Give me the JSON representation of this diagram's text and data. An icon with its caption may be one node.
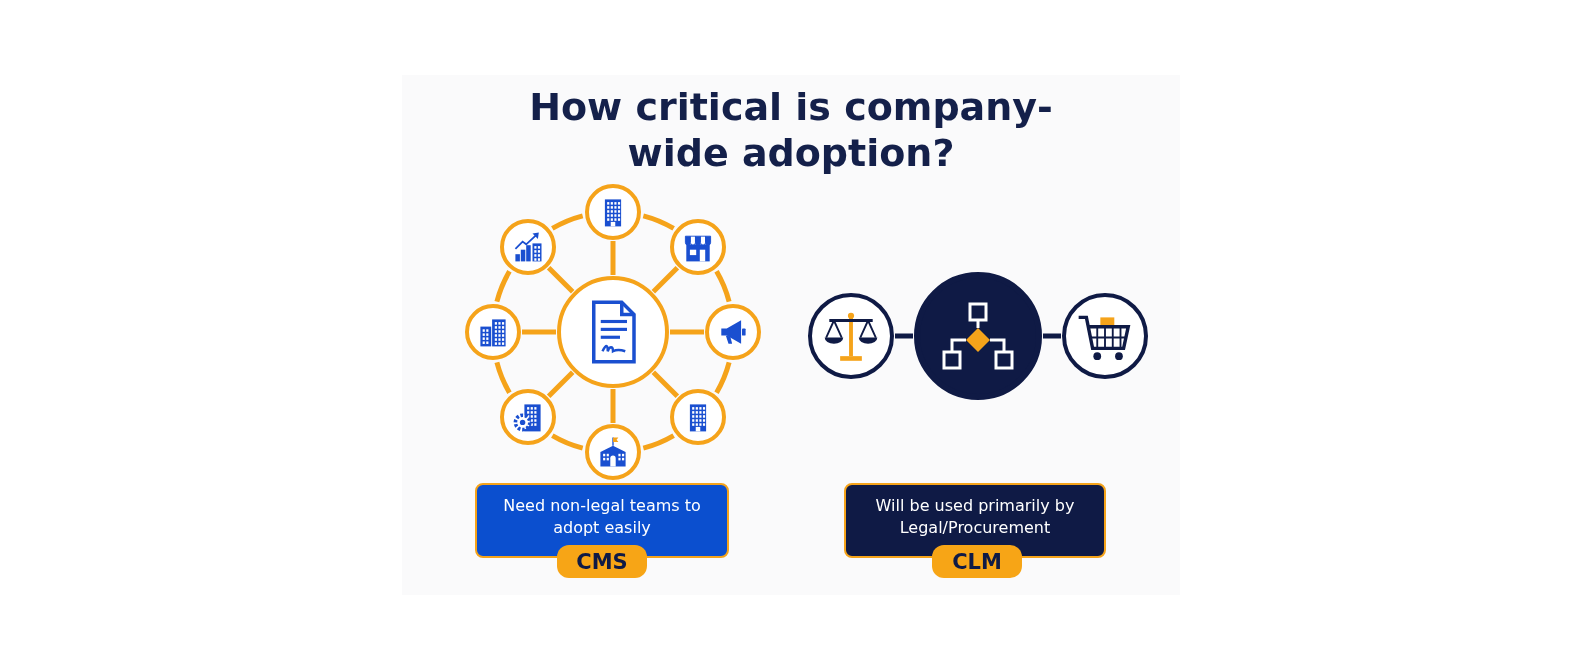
{
  "diagram": {
    "title": "How critical is company-wide adoption?",
    "nodes": [
      {
        "text": [],
        "shape": "circle"
      },
      {
        "text": [],
        "shape": "circle"
      },
      {
        "text": [],
        "shape": "circle"
      },
      {
        "text": [],
        "shape": "circle"
      },
      {
        "text": [],
        "shape": "circle"
      },
      {
        "text": [],
        "shape": "circle"
      },
      {
        "text": [],
        "shape": "circle"
      },
      {
        "text": [],
        "shape": "circle"
      },
      {
        "text": [],
        "shape": "circle"
      },
      {
        "text": [],
        "shape": "circle"
      },
      {
        "text": [],
        "shape": "circle"
      },
      {
        "text": [],
        "shape": "circle"
      },
      {
        "text": [
          "Need non-legal teams to adopt easily"
        ]
      },
      {
        "text": [
          "CMS"
        ]
      },
      {
        "text": [
          "Will be used primarily by Legal/Procurement"
        ]
      },
      {
        "text": [
          "CLM"
        ]
      }
    ],
    "edges": [
      {
        "from": 0,
        "to": 1,
        "arrow": "none"
      },
      {
        "from": 0,
        "to": 2,
        "arrow": "none"
      },
      {
        "from": 0,
        "to": 3,
        "arrow": "none"
      },
      {
        "from": 0,
        "to": 4,
        "arrow": "none"
      },
      {
        "from": 0,
        "to": 5,
        "arrow": "none"
      },
      {
        "from": 0,
        "to": 6,
        "arrow": "none"
      },
      {
        "from": 0,
        "to": 7,
        "arrow": "none"
      },
      {
        "from": 0,
        "to": 8,
        "arrow": "none"
      },
      {
        "from": 1,
        "to": 2,
        "arrow": "none"
      },
      {
        "from": 2,
        "to": 3,
        "arrow": "none"
      },
      {
        "from": 3,
        "to": 4,
        "arrow": "none"
      },
      {
        "from": 4,
        "to": 5,
        "arrow": "none"
      },
      {
        "from": 5,
        "to": 6,
        "arrow": "none"
      },
      {
        "from": 6,
        "to": 7,
        "arrow": "none"
      },
      {
        "from": 7,
        "to": 8,
        "arrow": "none"
      },
      {
        "from": 8,
        "to": 1,
        "arrow": "none"
      },
      {
        "from": 9,
        "to": 10,
        "arrow": "none",
        "color": "#0f1a45"
      },
      {
        "from": 10,
        "to": 11,
        "arrow": "none",
        "color": "#0f1a45"
      }
    ]
  }
}
